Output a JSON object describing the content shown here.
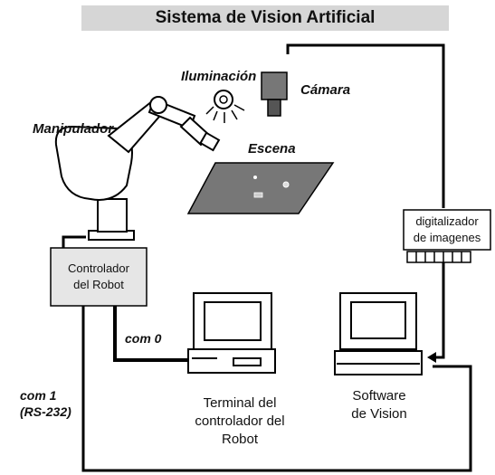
{
  "title": "Sistema de Vision Artificial",
  "labels": {
    "iluminacion": "Iluminación",
    "camara": "Cámara",
    "manipulador": "Manipulador",
    "escena": "Escena",
    "digitalizador_line1": "digitalizador",
    "digitalizador_line2": "de imagenes",
    "controlador_line1": "Controlador",
    "controlador_line2": "del Robot",
    "com0": "com 0",
    "com1_line1": "com 1",
    "com1_line2": "(RS-232)",
    "terminal_line1": "Terminal del",
    "terminal_line2": "controlador del",
    "terminal_line3": "Robot",
    "software_line1": "Software",
    "software_line2": "de Vision"
  }
}
